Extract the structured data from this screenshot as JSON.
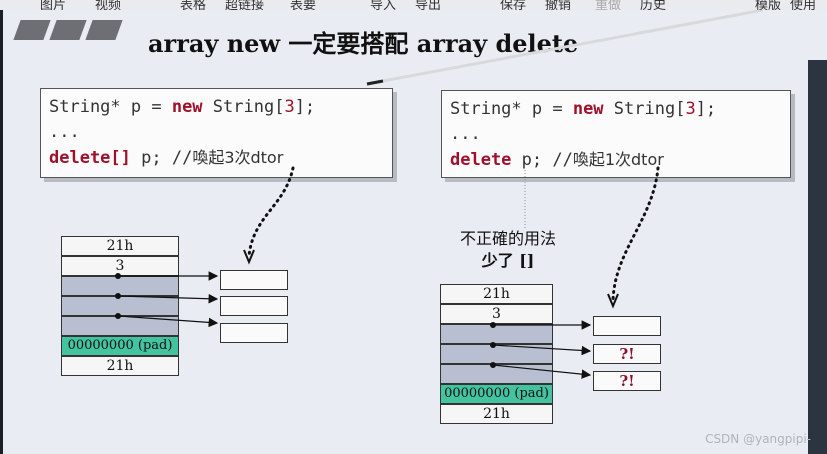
{
  "toolbar": {
    "items": [
      "图片",
      "视频",
      "表格",
      "超链接",
      "表要",
      "导入",
      "导出",
      "保存",
      "撤销",
      "重做",
      "历史",
      "模版",
      "使用"
    ]
  },
  "slide": {
    "title": "array new 一定要搭配 array delete",
    "left_code": {
      "line1": [
        "String* p = ",
        "new",
        " String[",
        "3",
        "];"
      ],
      "line2": "...",
      "line3": [
        "delete[]",
        " p;  //",
        "喚起3次dtor"
      ]
    },
    "right_code": {
      "line1": [
        "String* p = ",
        "new",
        " String[",
        "3",
        "];"
      ],
      "line2": "...",
      "line3": [
        "delete",
        " p;  //",
        "喚起1次dtor"
      ]
    },
    "left_memory": {
      "cells": [
        "21h",
        "3",
        "",
        "",
        "",
        "00000000 (pad)",
        "21h"
      ]
    },
    "right_memory": {
      "cells": [
        "21h",
        "3",
        "",
        "",
        "",
        "00000000 (pad)",
        "21h"
      ],
      "objects": [
        "",
        "?!",
        "?!"
      ]
    },
    "caption": {
      "line1": "不正確的用法",
      "line2": "少了 []"
    }
  },
  "watermark": "CSDN @yangpipi-",
  "colors": {
    "keyword": "#a0102a",
    "pointer_cell": "#b8bfd0",
    "pad_cell": "#44c3a0",
    "slide_bg": "#e9edf3"
  }
}
